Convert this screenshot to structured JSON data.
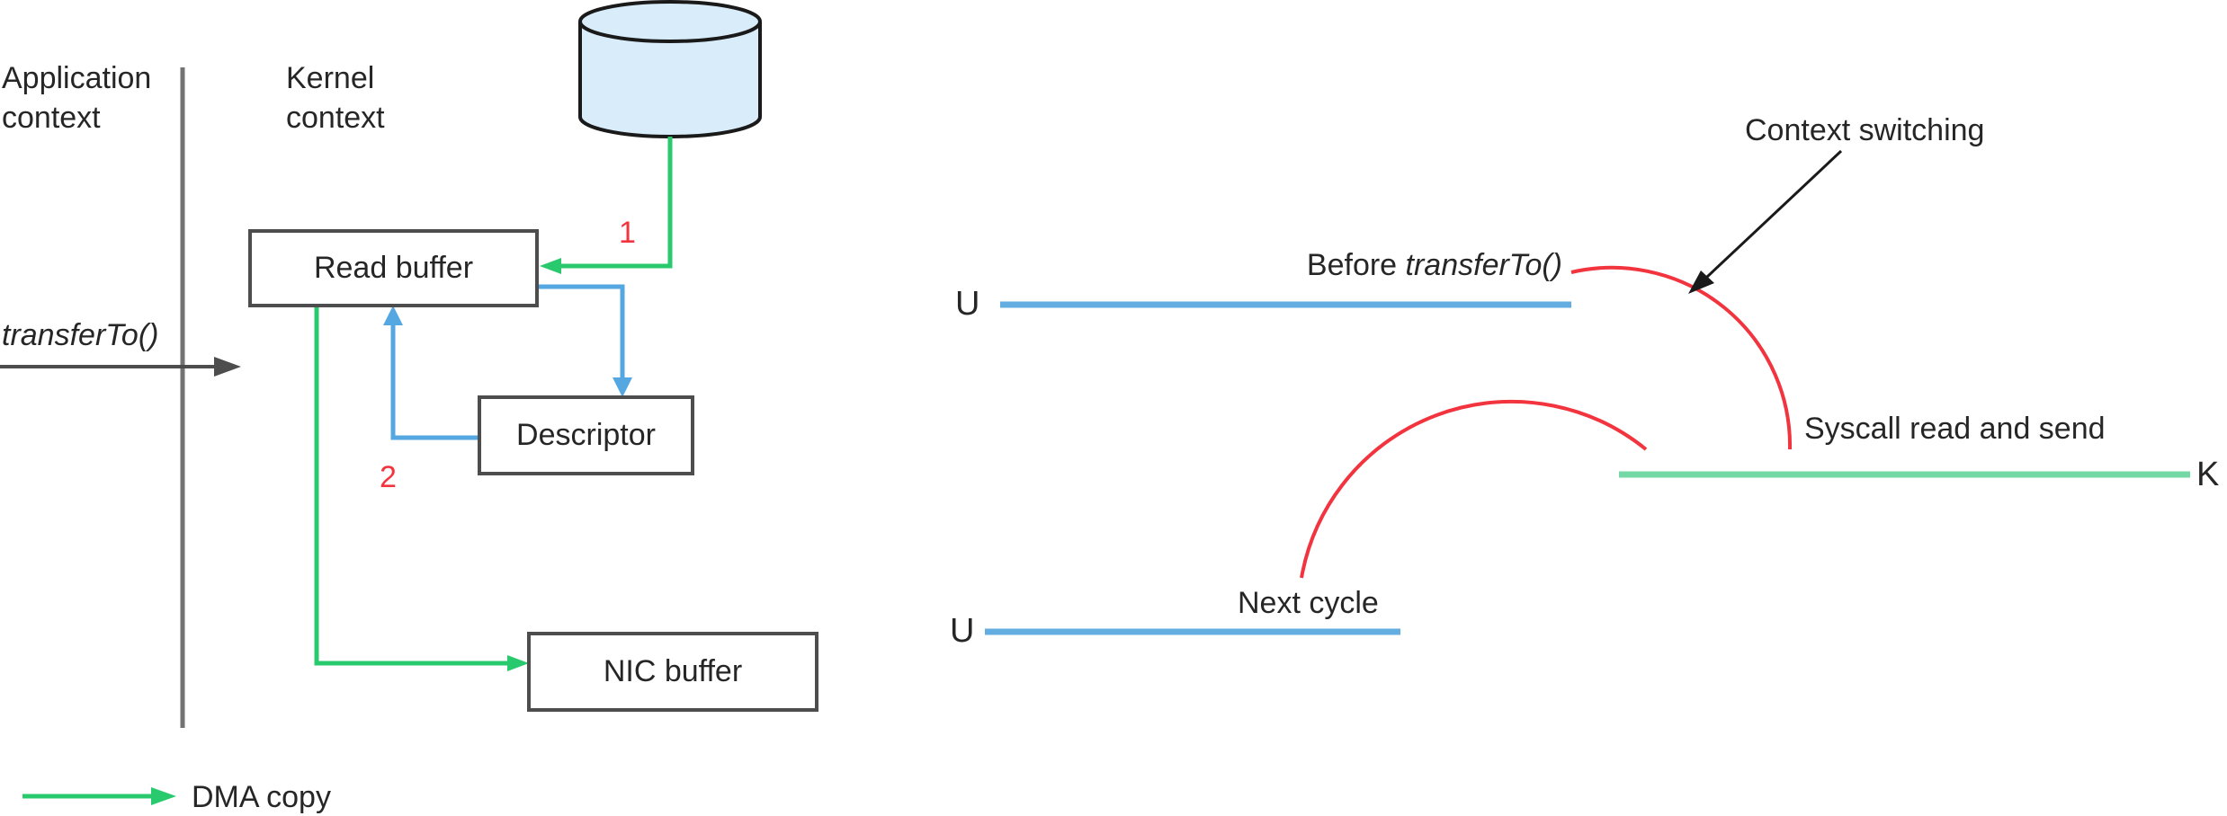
{
  "colors": {
    "green": "#29c96d",
    "green_soft": "#74d9a4",
    "blue": "#54a7e0",
    "blue_soft": "#64ade1",
    "red": "#f2343f",
    "gray_line": "#737373",
    "box_border": "#4d4d4d",
    "arrow_dark": "#4d4d4d",
    "black": "#1a1a1a",
    "cylinder_fill": "#d9ecf9",
    "text": "#262626"
  },
  "left_diagram": {
    "app_context_label": "Application\ncontext",
    "kernel_context_label": "Kernel\ncontext",
    "transfer_to_label": "transferTo()",
    "boxes": {
      "read_buffer": "Read buffer",
      "descriptor": "Descriptor",
      "nic_buffer": "NIC buffer"
    },
    "step_1": "1",
    "step_2": "2",
    "legend": {
      "dma_copy": "DMA copy"
    }
  },
  "right_diagram": {
    "timeline_u1": "U",
    "timeline_u2": "U",
    "timeline_k": "K",
    "before_label": {
      "prefix": "Before ",
      "func": "transferTo()"
    },
    "context_switching": "Context switching",
    "syscall_label": "Syscall read and send",
    "next_cycle": "Next cycle"
  }
}
